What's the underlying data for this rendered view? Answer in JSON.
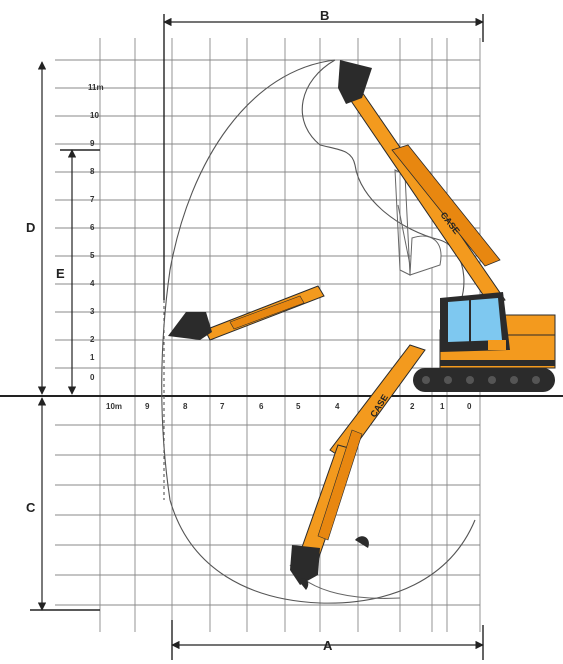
{
  "diagram": {
    "dimension_labels": {
      "a": "A",
      "b": "B",
      "c": "C",
      "d": "D",
      "e": "E"
    },
    "height_ticks": [
      "11m",
      "10",
      "9",
      "8",
      "7",
      "6",
      "5",
      "4",
      "3",
      "2",
      "1",
      "0"
    ],
    "distance_ticks": [
      "10m",
      "9",
      "8",
      "7",
      "6",
      "5",
      "4",
      "3",
      "2",
      "1",
      "0"
    ],
    "brand": "CASE",
    "colors": {
      "grid": "#888888",
      "machine_body": "#F39A1E",
      "machine_dark": "#2B2B2B",
      "outline": "#555555",
      "cab_glass": "#7EC8F0"
    }
  }
}
